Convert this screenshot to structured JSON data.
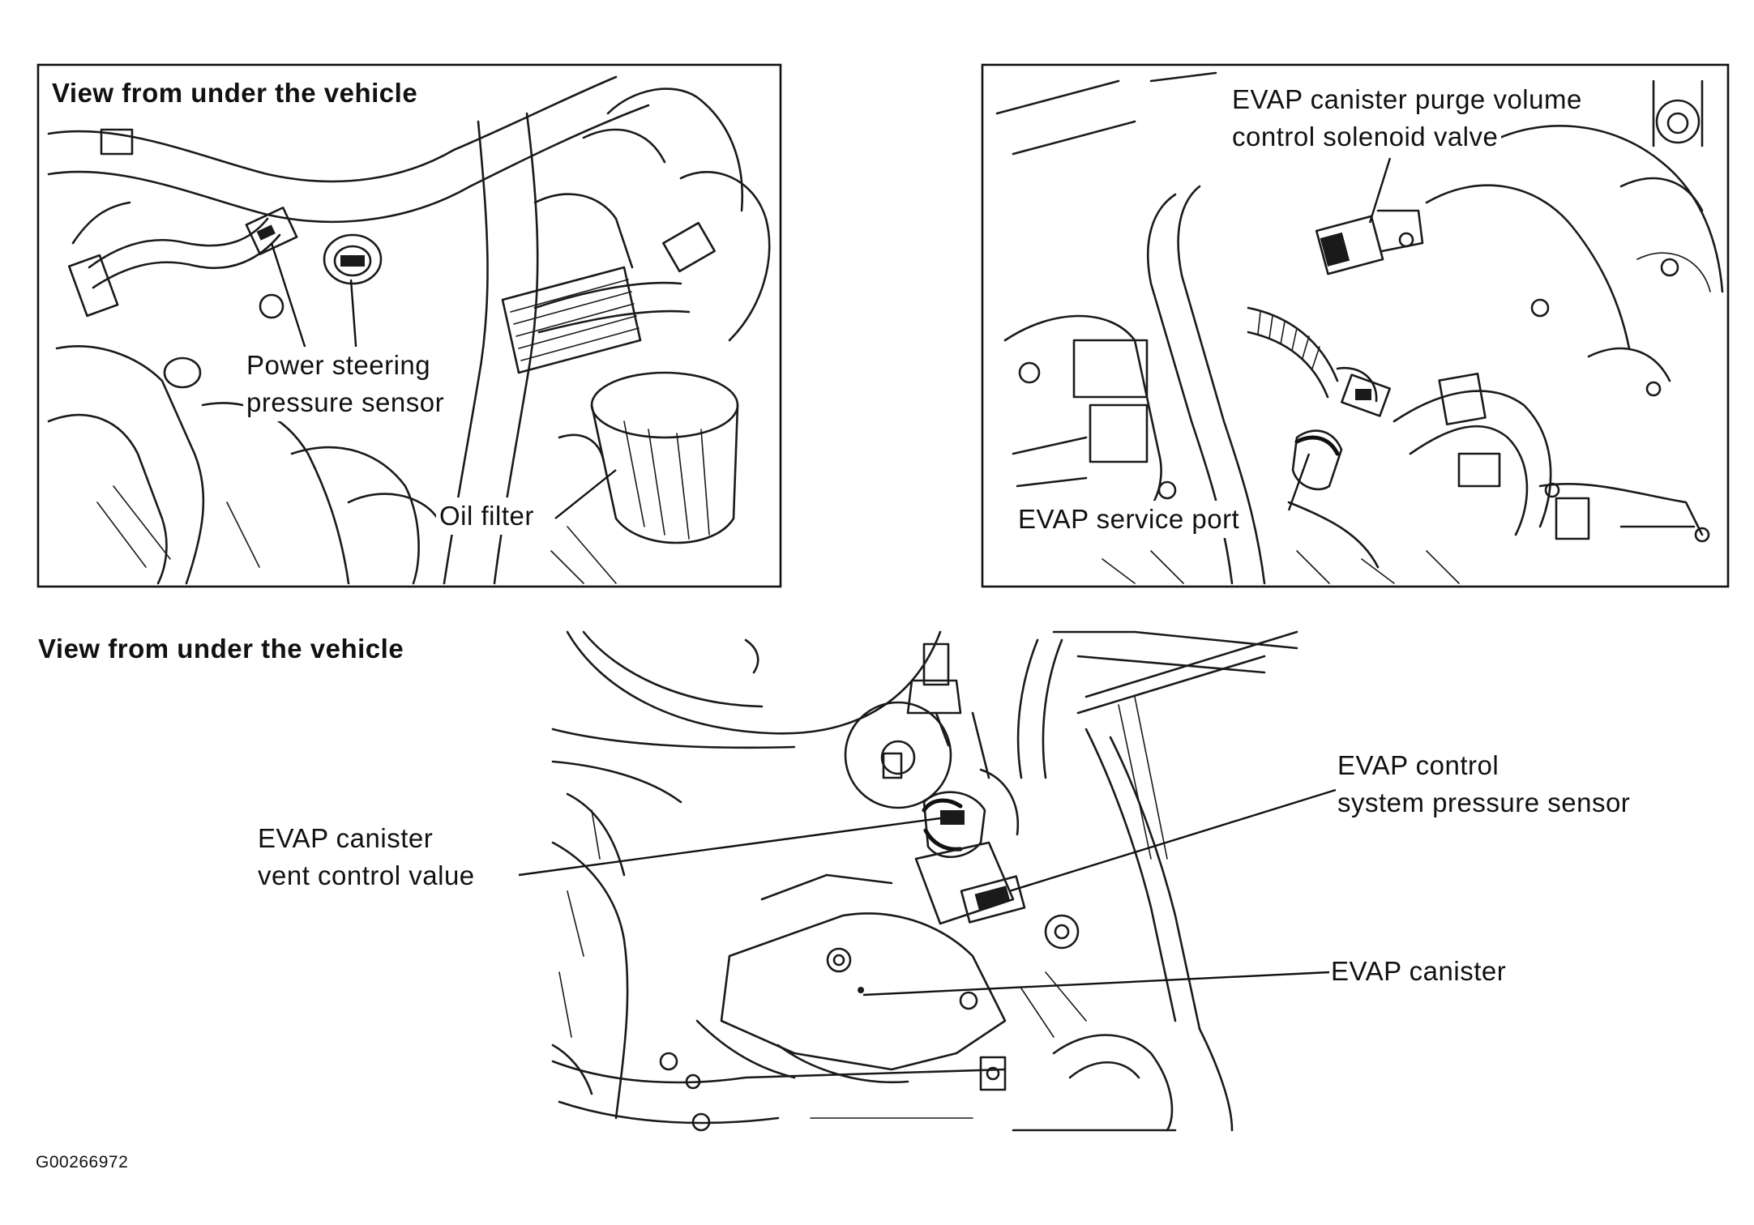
{
  "panel_top_left": {
    "title": "View from under the vehicle",
    "labels": {
      "ps_sensor_line1": "Power steering",
      "ps_sensor_line2": "pressure sensor",
      "oil_filter": "Oil filter"
    }
  },
  "panel_top_right": {
    "labels": {
      "purge_valve_line1": "EVAP canister purge volume",
      "purge_valve_line2": "control solenoid valve",
      "service_port": "EVAP service port"
    }
  },
  "panel_bottom": {
    "title": "View from under the vehicle",
    "labels": {
      "vent_valve_line1": "EVAP canister",
      "vent_valve_line2": "vent control value",
      "pressure_sensor_line1": "EVAP control",
      "pressure_sensor_line2": "system pressure sensor",
      "canister": "EVAP canister"
    }
  },
  "figure_id": "G00266972"
}
